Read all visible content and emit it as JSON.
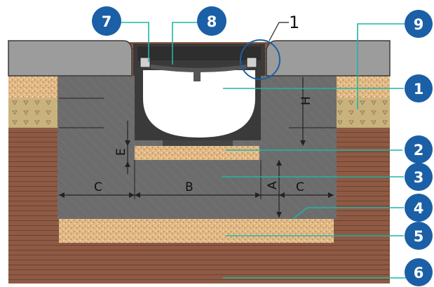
{
  "colors": {
    "badge": "#1b5fa6",
    "leader": "#1fb6a6",
    "concrete": "#6c6c6c",
    "soil": "#8e5a44",
    "sand": "#d9b27c",
    "gravel_light": "#e8c79a",
    "compacted": "#c9b27d",
    "pavement": "#9c9c9c",
    "channel": "#3a3a3a"
  },
  "callouts": {
    "c1": "1",
    "c2": "2",
    "c3": "3",
    "c4": "4",
    "c5": "5",
    "c6": "6",
    "c7": "7",
    "c8": "8",
    "c9": "9"
  },
  "detail_marker": "1",
  "dimensions": {
    "H": "H",
    "E": "E",
    "A": "A",
    "B": "B",
    "C_left": "C",
    "C_right": "C"
  }
}
